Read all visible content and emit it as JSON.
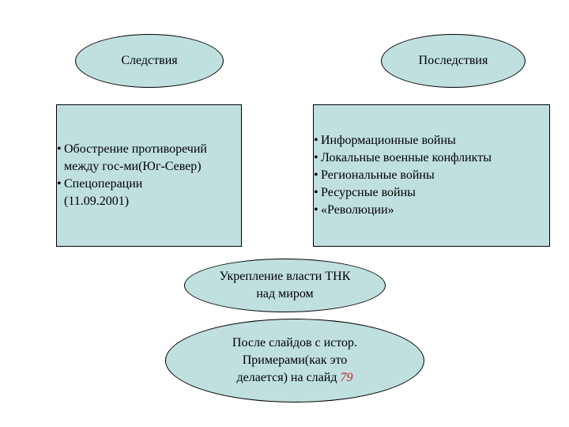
{
  "ellipses": {
    "consequences": "Следствия",
    "aftermath": "Последствия",
    "tnk_line1": "Укрепление власти ТНК",
    "tnk_line2": "над миром",
    "note_line1": "После слайдов с истор.",
    "note_line2": "Примерами(как это",
    "note_line3": "делается) на слайд",
    "note_slide_number": "79"
  },
  "left_box": {
    "items": [
      {
        "line1": "Обострение противоречий",
        "line2": "между гос-ми(Юг-Север)"
      },
      {
        "line1": "Спецоперации",
        "line2": "(11.09.2001)"
      }
    ]
  },
  "right_box": {
    "items": [
      "Информационные войны",
      "Локальные военные конфликты",
      "Региональные войны",
      "Ресурсные войны",
      "«Революции»"
    ]
  },
  "colors": {
    "shape_fill": "#bfe0df",
    "border": "#000000",
    "accent": "#cc2020"
  }
}
